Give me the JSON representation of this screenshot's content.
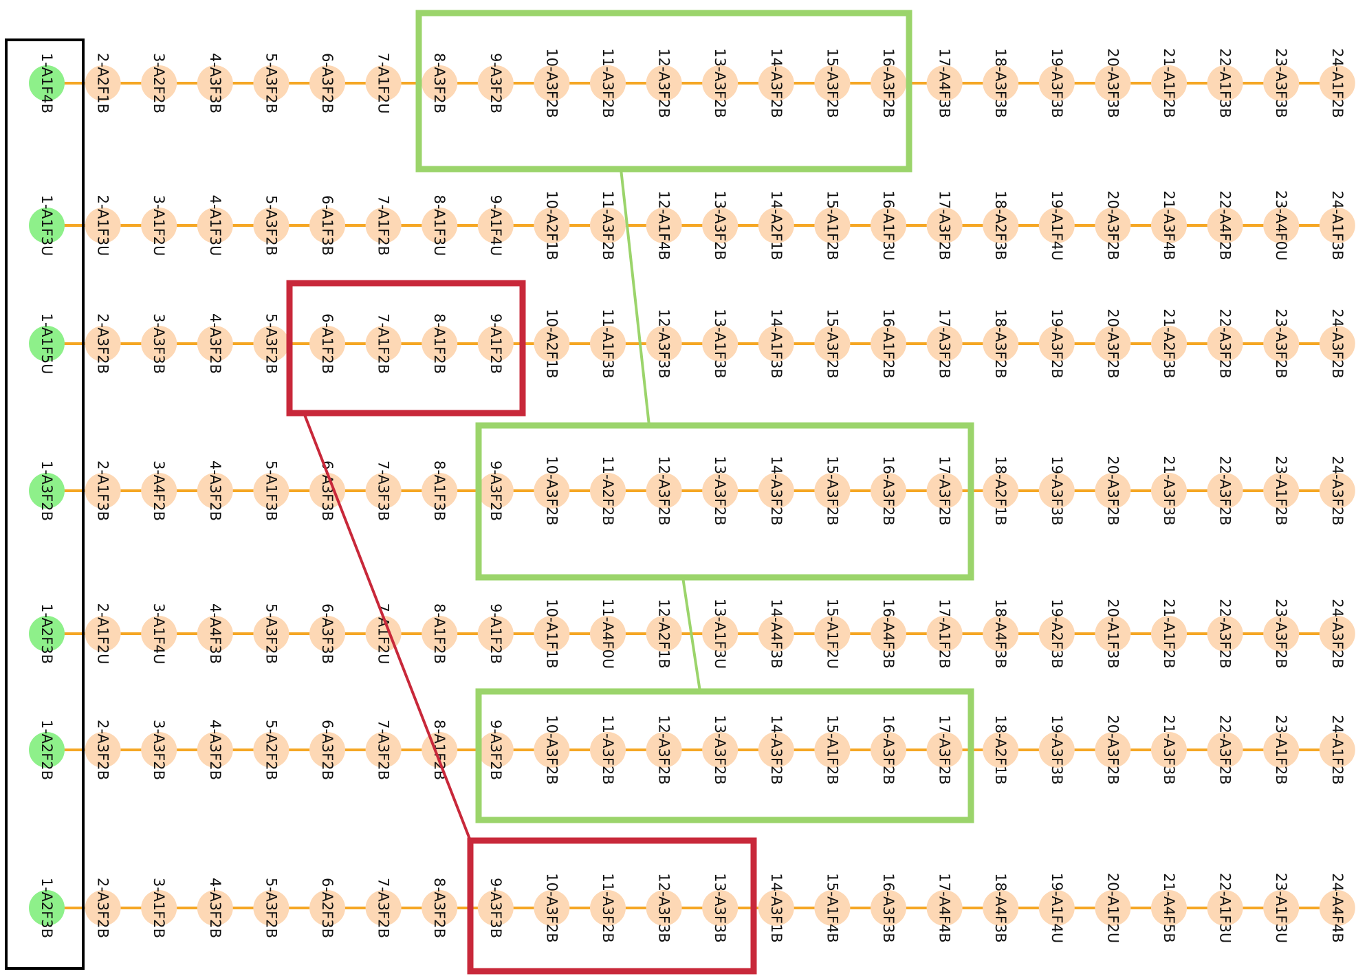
{
  "colors": {
    "edge": "#f5a623",
    "node": "#fdd8b5",
    "start_node": "#8ef08a",
    "green_box": "#9bd46b",
    "red_box": "#c8283a",
    "black_box": "#000000"
  },
  "rows": [
    {
      "nodes": [
        "1-A1F4B",
        "2-A2F1B",
        "3-A2F2B",
        "4-A3F3B",
        "5-A3F2B",
        "6-A3F2B",
        "7-A1F2U",
        "8-A3F2B",
        "9-A3F2B",
        "10-A3F2B",
        "11-A3F2B",
        "12-A3F2B",
        "13-A3F2B",
        "14-A3F2B",
        "15-A3F2B",
        "16-A3F2B",
        "17-A4F3B",
        "18-A3F3B",
        "19-A3F3B",
        "20-A3F3B",
        "21-A1F2B",
        "22-A1F3B",
        "23-A3F3B",
        "24-A1F2B"
      ]
    },
    {
      "nodes": [
        "1-A1F3U",
        "2-A1F3U",
        "3-A1F2U",
        "4-A1F3U",
        "5-A3F2B",
        "6-A1F3B",
        "7-A1F2B",
        "8-A1F3U",
        "9-A1F4U",
        "10-A2F1B",
        "11-A3F2B",
        "12-A1F4B",
        "13-A3F2B",
        "14-A2F1B",
        "15-A1F2B",
        "16-A1F3U",
        "17-A3F2B",
        "18-A2F3B",
        "19-A1F4U",
        "20-A3F2B",
        "21-A3F4B",
        "22-A4F2B",
        "23-A4F0U",
        "24-A1F3B"
      ]
    },
    {
      "nodes": [
        "1-A1F5U",
        "2-A3F2B",
        "3-A3F3B",
        "4-A3F2B",
        "5-A3F2B",
        "6-A1F2B",
        "7-A1F2B",
        "8-A1F2B",
        "9-A1F2B",
        "10-A2F1B",
        "11-A1F3B",
        "12-A3F3B",
        "13-A1F3B",
        "14-A1F3B",
        "15-A3F2B",
        "16-A1F2B",
        "17-A3F2B",
        "18-A3F2B",
        "19-A3F2B",
        "20-A3F2B",
        "21-A2F3B",
        "22-A3F2B",
        "23-A3F2B",
        "24-A3F2B"
      ]
    },
    {
      "nodes": [
        "1-A3F2B",
        "2-A1F3B",
        "3-A4F2B",
        "4-A3F2B",
        "5-A1F3B",
        "6-A3F3B",
        "7-A3F3B",
        "8-A1F3B",
        "9-A3F2B",
        "10-A3F2B",
        "11-A2F2B",
        "12-A3F2B",
        "13-A3F2B",
        "14-A3F2B",
        "15-A3F2B",
        "16-A3F2B",
        "17-A3F2B",
        "18-A2F1B",
        "19-A3F3B",
        "20-A3F2B",
        "21-A3F3B",
        "22-A3F2B",
        "23-A1F2B",
        "24-A3F2B"
      ]
    },
    {
      "nodes": [
        "1-A2F3B",
        "2-A1F2U",
        "3-A1F4U",
        "4-A4F3B",
        "5-A3F2B",
        "6-A3F3B",
        "7-A1F2U",
        "8-A1F2B",
        "9-A1F2B",
        "10-A1F1B",
        "11-A4F0U",
        "12-A2F1B",
        "13-A1F3U",
        "14-A4F3B",
        "15-A1F2U",
        "16-A4F3B",
        "17-A1F2B",
        "18-A4F3B",
        "19-A2F3B",
        "20-A1F3B",
        "21-A1F2B",
        "22-A3F2B",
        "23-A3F2B",
        "24-A3F2B"
      ]
    },
    {
      "nodes": [
        "1-A2F2B",
        "2-A3F2B",
        "3-A3F2B",
        "4-A3F2B",
        "5-A2F2B",
        "6-A3F2B",
        "7-A3F2B",
        "8-A1F2B",
        "9-A3F2B",
        "10-A3F2B",
        "11-A3F2B",
        "12-A3F2B",
        "13-A3F2B",
        "14-A3F2B",
        "15-A1F2B",
        "16-A3F2B",
        "17-A3F2B",
        "18-A2F1B",
        "19-A3F3B",
        "20-A3F2B",
        "21-A3F3B",
        "22-A3F2B",
        "23-A1F2B",
        "24-A1F2B"
      ]
    },
    {
      "nodes": [
        "1-A2F3B",
        "2-A3F2B",
        "3-A1F2B",
        "4-A3F2B",
        "5-A3F2B",
        "6-A2F3B",
        "7-A3F2B",
        "8-A3F2B",
        "9-A3F3B",
        "10-A3F2B",
        "11-A3F2B",
        "12-A3F3B",
        "13-A3F3B",
        "14-A3F1B",
        "15-A1F4B",
        "16-A3F3B",
        "17-A4F4B",
        "18-A4F3B",
        "19-A1F4U",
        "20-A1F2U",
        "21-A4F5B",
        "22-A1F3U",
        "23-A1F3U",
        "24-A4F4B"
      ]
    }
  ]
}
